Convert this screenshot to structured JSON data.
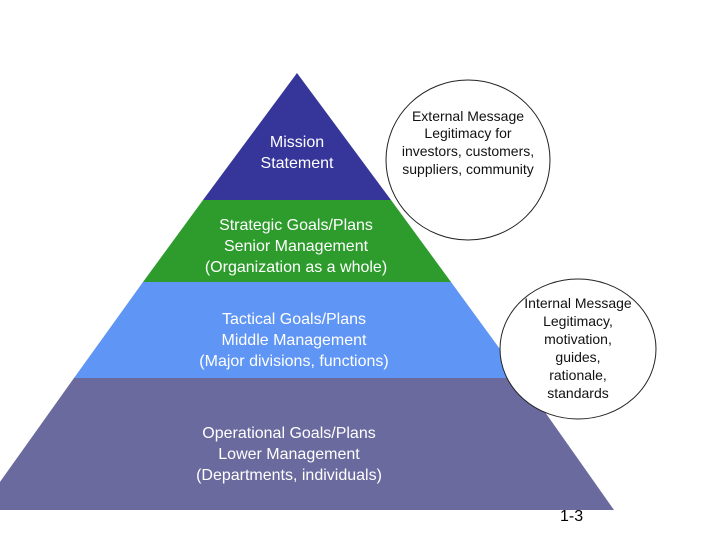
{
  "colors": {
    "mission": "#35359a",
    "strategic": "#2e9c2c",
    "tactical": "#5f95f4",
    "operational": "#6a6a9e",
    "text_light": "#ffffff",
    "text_dark": "#111111"
  },
  "pyramid": {
    "mission": {
      "line1": "Mission",
      "line2": "Statement"
    },
    "strategic": {
      "line1": "Strategic Goals/Plans",
      "line2": "Senior Management",
      "line3": "(Organization as a whole)"
    },
    "tactical": {
      "line1": "Tactical Goals/Plans",
      "line2": "Middle Management",
      "line3": "(Major divisions, functions)"
    },
    "operational": {
      "line1": "Operational Goals/Plans",
      "line2": "Lower Management",
      "line3": "(Departments, individuals)"
    }
  },
  "external_bubble": {
    "line1": "External Message",
    "line2": "Legitimacy for",
    "line3": "investors, customers,",
    "line4": "suppliers, community"
  },
  "internal_bubble": {
    "line1": "Internal Message",
    "line2": "Legitimacy,",
    "line3": "motivation,",
    "line4": "guides,",
    "line5": "rationale,",
    "line6": "standards"
  },
  "page_number": "1-3"
}
